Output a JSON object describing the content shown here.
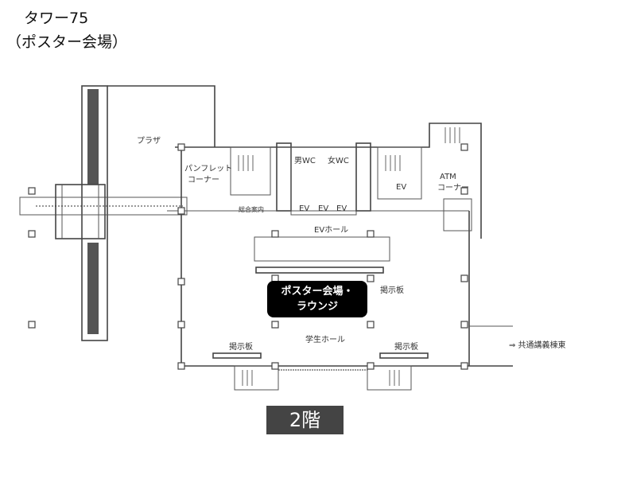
{
  "title": {
    "line1": "タワー75",
    "line2": "（ポスター会場）"
  },
  "labels": {
    "plaza": "プラザ",
    "pamphlet_1": "パンフレット",
    "pamphlet_2": "コーナー",
    "info": "総合案内",
    "mens_wc": "男WC",
    "womens_wc": "女WC",
    "ev": "EV",
    "ev_hall": "EVホール",
    "atm_1": "ATM",
    "atm_2": "コーナー",
    "board": "掲示板",
    "student_hall": "学生ホール",
    "to_east": "⇒ 共通講義棟東"
  },
  "poster": {
    "line1": "ポスター会場・",
    "line2": "ラウンジ"
  },
  "floor": "2階"
}
